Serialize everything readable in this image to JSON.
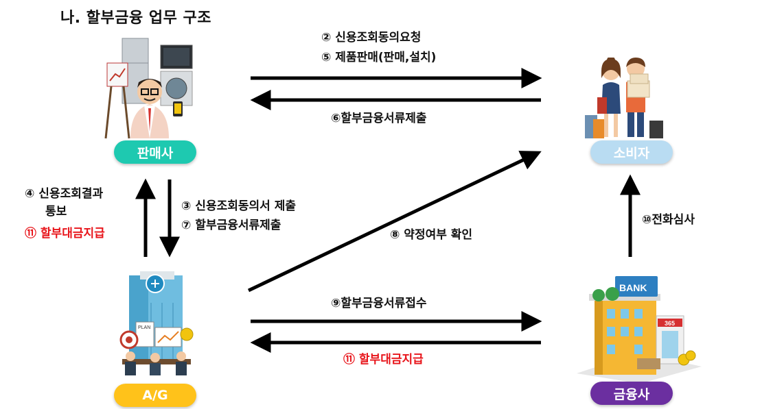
{
  "title": "나. 할부금융 업무 구조",
  "nodes": {
    "seller": "판매사",
    "consumer": "소비자",
    "ag": "A/G",
    "finance": "금융사"
  },
  "node_colors": {
    "seller": "#1ec9b0",
    "consumer": "#b9dcf2",
    "ag": "#ffc21a",
    "finance": "#6b2fa0"
  },
  "bank_sign": "BANK",
  "bank_sign_2": "365",
  "chart_sign": "PLAN",
  "labels": {
    "s2": "② 신용조회동의요청",
    "s5": "⑤ 제품판매(판매,설치)",
    "s6": "⑥할부금융서류제출",
    "s4a": "④ 신용조회결과",
    "s4b": "통보",
    "s11_left": "⑪ 할부대금지급",
    "s3": "③ 신용조회동의서 제출",
    "s7": "⑦ 할부금융서류제출",
    "s8": "⑧ 약정여부 확인",
    "s10": "⑩전화심사",
    "s9": "⑨할부금융서류접수",
    "s11_bottom": "⑪ 할부대금지급"
  },
  "icons": [
    "seller-illustration",
    "consumer-illustration",
    "ag-building-illustration",
    "bank-illustration"
  ]
}
